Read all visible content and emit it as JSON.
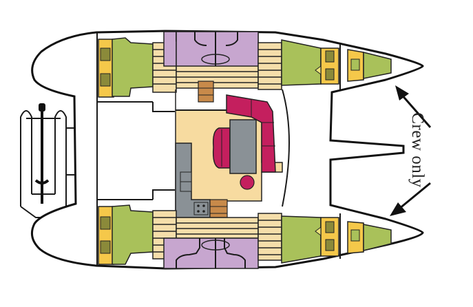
{
  "diagram": {
    "type": "catamaran-deck-layout",
    "annotation": {
      "text": "Crew only",
      "arrows": 2
    },
    "colors": {
      "hull_outline": "#111111",
      "cabin_bed": "#a9c15a",
      "storage_yellow": "#f5c84a",
      "head_purple": "#c7a6cf",
      "floor_planks": "#f5deaa",
      "saloon_floor": "#f7dba0",
      "sofa_magenta": "#c41f5e",
      "table_grey": "#8a9196",
      "steps_brown": "#c88a4a"
    },
    "areas": [
      {
        "id": "aft-cockpit",
        "label": ""
      },
      {
        "id": "saloon",
        "label": ""
      },
      {
        "id": "galley",
        "label": ""
      },
      {
        "id": "port-aft-cabin",
        "label": ""
      },
      {
        "id": "starboard-aft-cabin",
        "label": ""
      },
      {
        "id": "port-forward-cabin",
        "label": ""
      },
      {
        "id": "starboard-forward-cabin",
        "label": ""
      },
      {
        "id": "port-crew-cabin",
        "label": ""
      },
      {
        "id": "starboard-crew-cabin",
        "label": ""
      },
      {
        "id": "port-head",
        "label": ""
      },
      {
        "id": "starboard-head",
        "label": ""
      },
      {
        "id": "trampoline",
        "label": ""
      },
      {
        "id": "swim-platform-davits",
        "label": ""
      }
    ]
  }
}
